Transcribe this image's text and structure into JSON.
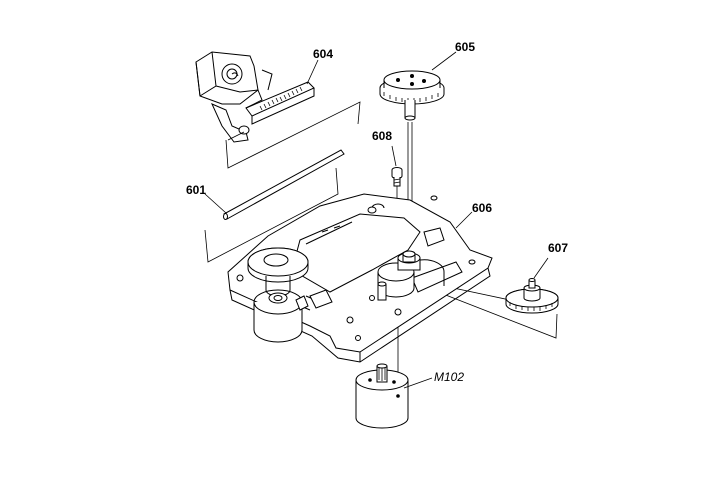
{
  "labels": {
    "p604": "604",
    "p605": "605",
    "p608": "608",
    "p601": "601",
    "p606": "606",
    "p607": "607",
    "m102": "M102"
  }
}
